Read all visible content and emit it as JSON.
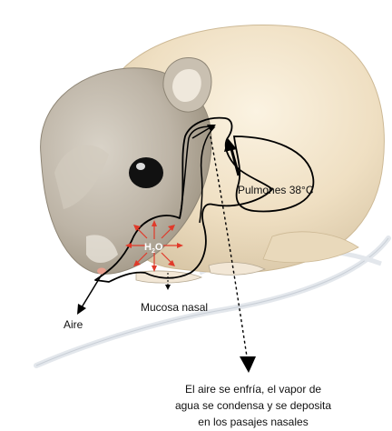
{
  "labels": {
    "lungs": "Pulmones 38°C",
    "water": "H",
    "water_sub": "2",
    "water_o": "O",
    "mucosa": "Mucosa nasal",
    "air": "Aire",
    "caption_line1": "El aire se enfría, el vapor de",
    "caption_line2": "agua se condensa y se deposita",
    "caption_line3": "en los pasajes nasales"
  },
  "colors": {
    "fur_light": "#f3e7cf",
    "fur_grey": "#b9b1a3",
    "fur_dark": "#8f8676",
    "eye": "#111111",
    "arrow_red": "#e03a2a",
    "water_text": "#ffffff",
    "tail": "#dfe4ea",
    "nose_pink": "#e9a08f"
  },
  "icons": [
    "rodent-illustration",
    "red-arrow-icon",
    "down-arrow-icon"
  ]
}
